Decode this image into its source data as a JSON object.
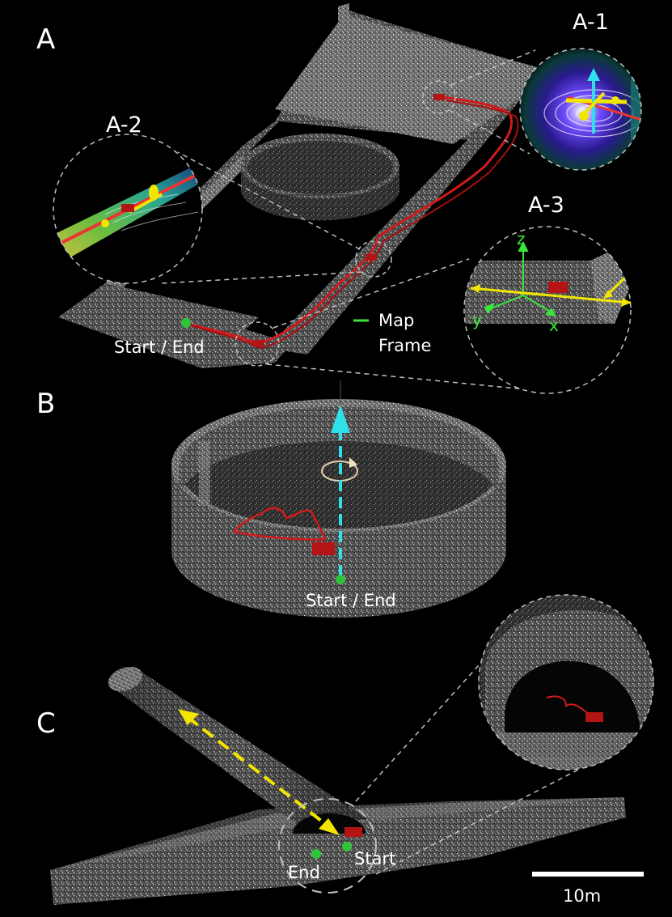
{
  "panels": {
    "a": "A",
    "a1": "A-1",
    "a2": "A-2",
    "a3": "A-3",
    "b": "B",
    "c": "C"
  },
  "labels": {
    "a_start_end": "Start / End",
    "map_frame_line1": "Map",
    "map_frame_line2": "Frame",
    "axis_z": "z",
    "axis_y": "y",
    "axis_x": "x",
    "b_start_end": "Start / End",
    "c_end": "End",
    "c_start": "Start",
    "scale": "10m"
  },
  "colors": {
    "background": "#000000",
    "trajectory": "#d21a1a",
    "marker": "#2ec43a",
    "yellow_arrow": "#f2e600",
    "cyan_arrow": "#2fe0e8",
    "map_frame": "#39e639",
    "callout": "#bfbfbf"
  }
}
